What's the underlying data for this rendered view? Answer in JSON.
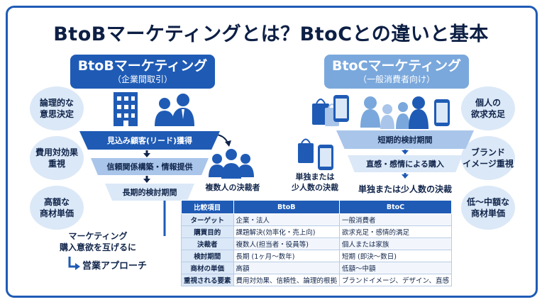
{
  "title": "BtoBマーケティングとは？BtoCとの違いと基本",
  "btob": {
    "title": "BtoBマーケティング",
    "subtitle": "（企業間取引）",
    "bubbles": [
      "論理的な\n意思決定",
      "費用対効果\n重視",
      "高額な\n商材単価"
    ],
    "funnel": [
      "見込み顧客(リード)獲得",
      "信頼関係構築・情報提供",
      "長期的検討期間"
    ],
    "deciders_label": "複数人の決裁者",
    "approach_text": "マーケティング\n購入意欲を互げるに",
    "approach_label": "営業アプローチ"
  },
  "btoc": {
    "title": "BtoCマーケティング",
    "subtitle": "（一般消費者向け）",
    "bubbles": [
      "個人の\n欲求充足",
      "ブランド\nイメージ重視",
      "低〜中額な\n商材単価"
    ],
    "funnel": [
      "短期的検討期間",
      "直感・感情による購入",
      "単独または少人数の決裁"
    ],
    "side_label": "単独または\n少人数の決裁"
  },
  "table": {
    "headers": [
      "比較項目",
      "BtoB",
      "BtoC"
    ],
    "rows": [
      [
        "ターゲット",
        "企業・法人",
        "一般消費者"
      ],
      [
        "購買目的",
        "課題解決(効率化・売上向)",
        "欲求充足・感情的満足"
      ],
      [
        "決裁者",
        "複数人(担当者・役員等)",
        "個人または家族"
      ],
      [
        "検討期間",
        "長期 (1ヶ月〜数年)",
        "短期 (即決〜数日)"
      ],
      [
        "商材の単価",
        "高額",
        "低額〜中額"
      ],
      [
        "重視される要素",
        "費用対効果、信頼性、論理的根拠",
        "ブランドイメージ、デザイン、直感"
      ]
    ]
  },
  "icons": {
    "btob": [
      "building-icon",
      "businesspeople-icon",
      "decision-makers-icon"
    ],
    "btoc": [
      "shopping-bag-icon",
      "smartphone-icon",
      "family-icon"
    ]
  },
  "colors": {
    "primary": "#1f5bb5",
    "light": "#a9c5ea",
    "pale": "#dbe8f7",
    "btoc_banner": "#7aa8dc"
  }
}
